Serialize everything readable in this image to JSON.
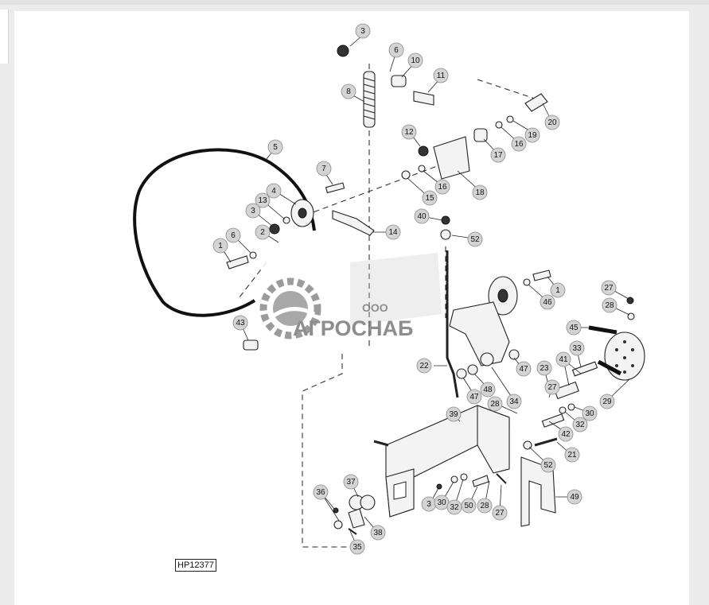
{
  "figure": {
    "id_label": "HP12377"
  },
  "watermark": {
    "small_text": "ООО",
    "brand_text": "АГРОСНАБ",
    "color": "#7a7a7a"
  },
  "callouts": [
    {
      "label": "3"
    },
    {
      "label": "6"
    },
    {
      "label": "10"
    },
    {
      "label": "11"
    },
    {
      "label": "8"
    },
    {
      "label": "20"
    },
    {
      "label": "12"
    },
    {
      "label": "16"
    },
    {
      "label": "19"
    },
    {
      "label": "17"
    },
    {
      "label": "5"
    },
    {
      "label": "7"
    },
    {
      "label": "16"
    },
    {
      "label": "18"
    },
    {
      "label": "15"
    },
    {
      "label": "13"
    },
    {
      "label": "4"
    },
    {
      "label": "3"
    },
    {
      "label": "40"
    },
    {
      "label": "2"
    },
    {
      "label": "14"
    },
    {
      "label": "52"
    },
    {
      "label": "1"
    },
    {
      "label": "6"
    },
    {
      "label": "1"
    },
    {
      "label": "27"
    },
    {
      "label": "46"
    },
    {
      "label": "28"
    },
    {
      "label": "43"
    },
    {
      "label": "45"
    },
    {
      "label": "33"
    },
    {
      "label": "22"
    },
    {
      "label": "23"
    },
    {
      "label": "41"
    },
    {
      "label": "47"
    },
    {
      "label": "47"
    },
    {
      "label": "48"
    },
    {
      "label": "27"
    },
    {
      "label": "34"
    },
    {
      "label": "28"
    },
    {
      "label": "30"
    },
    {
      "label": "29"
    },
    {
      "label": "39"
    },
    {
      "label": "32"
    },
    {
      "label": "42"
    },
    {
      "label": "52"
    },
    {
      "label": "21"
    },
    {
      "label": "37"
    },
    {
      "label": "36"
    },
    {
      "label": "3"
    },
    {
      "label": "30"
    },
    {
      "label": "32"
    },
    {
      "label": "50"
    },
    {
      "label": "28"
    },
    {
      "label": "49"
    },
    {
      "label": "27"
    },
    {
      "label": "38"
    },
    {
      "label": "35"
    }
  ]
}
